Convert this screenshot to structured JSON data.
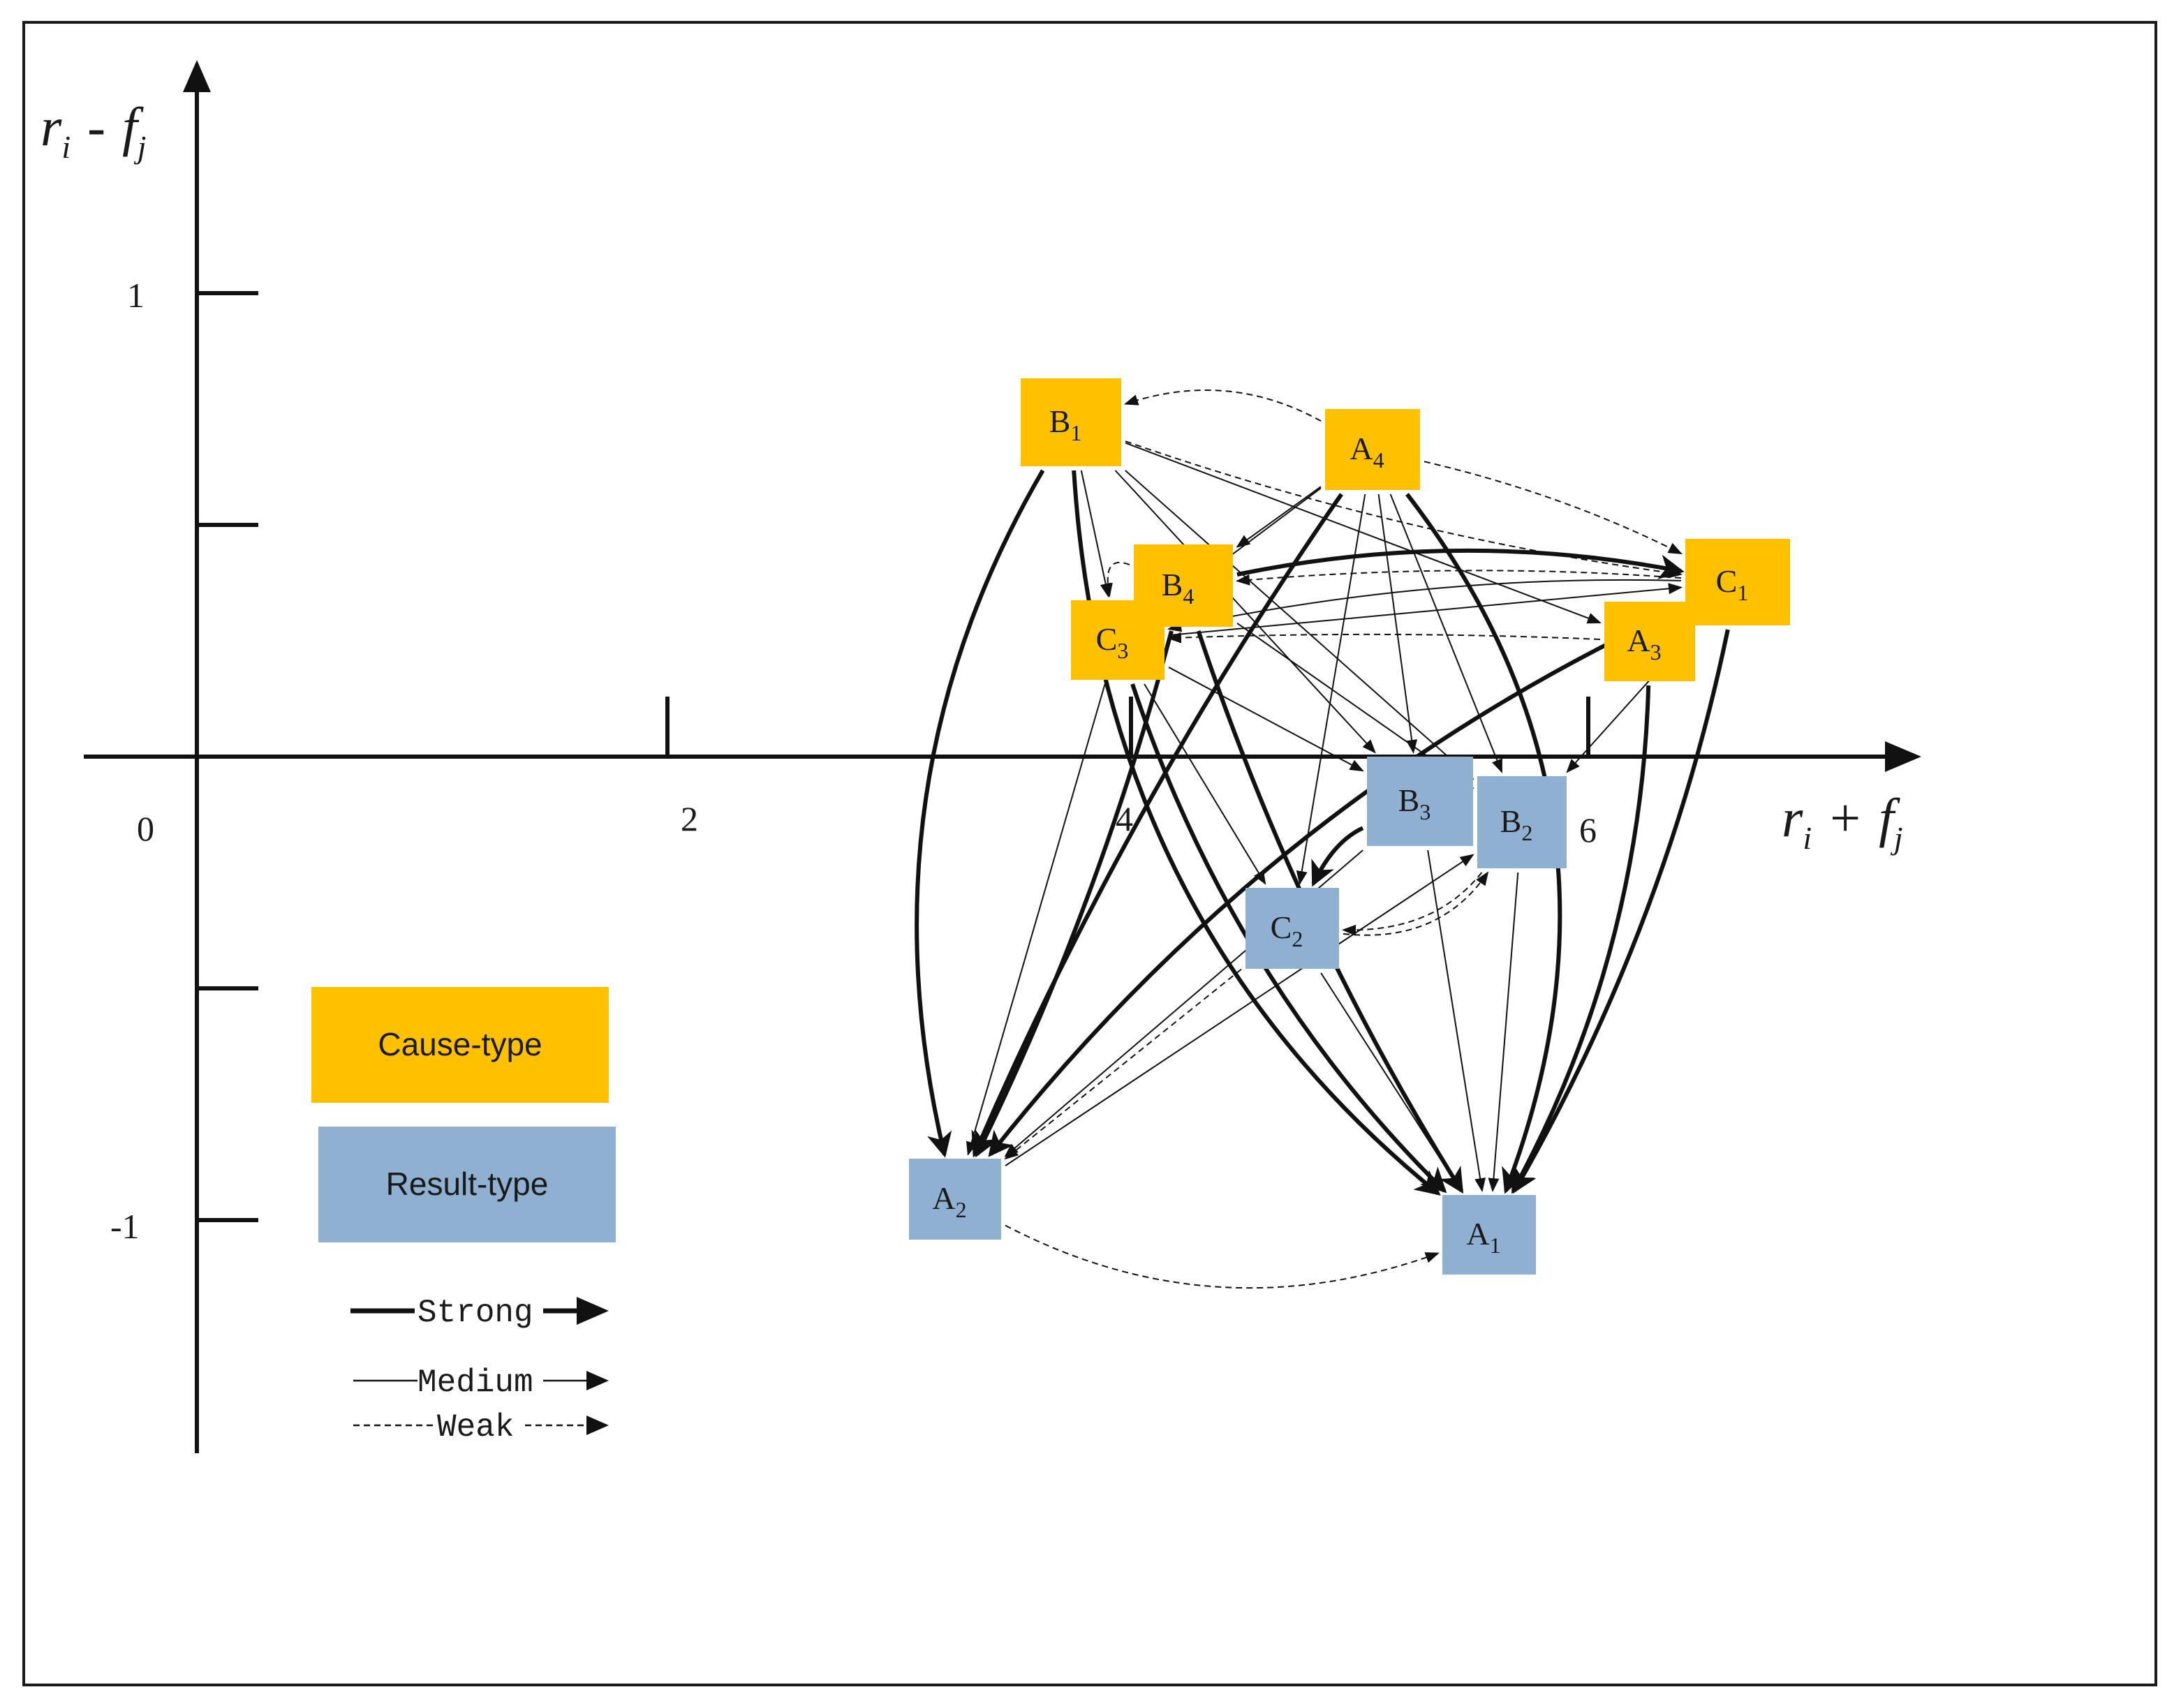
{
  "axes": {
    "x_title": {
      "main": "r",
      "sub_i": "i",
      "op": "+",
      "f": "f",
      "sub_j": "j"
    },
    "y_title": {
      "main": "r",
      "sub_i": "i",
      "op": "-",
      "f": "f",
      "sub_j": "j"
    },
    "origin_label": "0",
    "x_ticks": [
      {
        "value": 2,
        "label": "2"
      },
      {
        "value": 4,
        "label": "4"
      },
      {
        "value": 6,
        "label": "6"
      }
    ],
    "y_ticks": [
      {
        "value": 1,
        "label": "1"
      },
      {
        "value": 0.5,
        "label": ""
      },
      {
        "value": -0.5,
        "label": ""
      },
      {
        "value": -1,
        "label": "-1"
      }
    ]
  },
  "colors": {
    "cause": "#FFC000",
    "result": "#8FB0D0",
    "line": "#111111"
  },
  "legend": {
    "cause_label": "Cause-type",
    "result_label": "Result-type",
    "strong_label": "Strong",
    "medium_label": "Medium",
    "weak_label": "Weak"
  },
  "nodes": [
    {
      "id": "B1",
      "letter": "B",
      "sub": "1",
      "type": "cause"
    },
    {
      "id": "A4",
      "letter": "A",
      "sub": "4",
      "type": "cause"
    },
    {
      "id": "B4",
      "letter": "B",
      "sub": "4",
      "type": "cause"
    },
    {
      "id": "C3",
      "letter": "C",
      "sub": "3",
      "type": "cause"
    },
    {
      "id": "C1",
      "letter": "C",
      "sub": "1",
      "type": "cause"
    },
    {
      "id": "A3",
      "letter": "A",
      "sub": "3",
      "type": "cause"
    },
    {
      "id": "B3",
      "letter": "B",
      "sub": "3",
      "type": "result"
    },
    {
      "id": "B2",
      "letter": "B",
      "sub": "2",
      "type": "result"
    },
    {
      "id": "C2",
      "letter": "C",
      "sub": "2",
      "type": "result"
    },
    {
      "id": "A2",
      "letter": "A",
      "sub": "2",
      "type": "result"
    },
    {
      "id": "A1",
      "letter": "A",
      "sub": "1",
      "type": "result"
    }
  ],
  "edges": [
    {
      "from": "A4",
      "to": "B1",
      "strength": "weak"
    },
    {
      "from": "B1",
      "to": "A2",
      "strength": "strong"
    },
    {
      "from": "B1",
      "to": "A1",
      "strength": "strong"
    },
    {
      "from": "B1",
      "to": "C3",
      "strength": "medium"
    },
    {
      "from": "B1",
      "to": "B3",
      "strength": "medium"
    },
    {
      "from": "B1",
      "to": "B2",
      "strength": "medium"
    },
    {
      "from": "B1",
      "to": "C1",
      "strength": "weak"
    },
    {
      "from": "B1",
      "to": "A3",
      "strength": "medium"
    },
    {
      "from": "A4",
      "to": "A1",
      "strength": "strong"
    },
    {
      "from": "A4",
      "to": "A2",
      "strength": "strong"
    },
    {
      "from": "A4",
      "to": "B4",
      "strength": "medium"
    },
    {
      "from": "A4",
      "to": "C1",
      "strength": "weak"
    },
    {
      "from": "A4",
      "to": "B3",
      "strength": "medium"
    },
    {
      "from": "A4",
      "to": "B2",
      "strength": "medium"
    },
    {
      "from": "A4",
      "to": "C2",
      "strength": "medium"
    },
    {
      "from": "A4",
      "to": "C3",
      "strength": "medium"
    },
    {
      "from": "C1",
      "to": "B4",
      "strength": "weak"
    },
    {
      "from": "C1",
      "to": "C3",
      "strength": "medium"
    },
    {
      "from": "C1",
      "to": "A2",
      "strength": "strong"
    },
    {
      "from": "C1",
      "to": "A1",
      "strength": "strong"
    },
    {
      "from": "C1",
      "to": "B2",
      "strength": "medium"
    },
    {
      "from": "C1",
      "to": "A3",
      "strength": "weak"
    },
    {
      "from": "A3",
      "to": "A1",
      "strength": "strong"
    },
    {
      "from": "A3",
      "to": "C3",
      "strength": "weak"
    },
    {
      "from": "C3",
      "to": "A1",
      "strength": "strong"
    },
    {
      "from": "C3",
      "to": "A2",
      "strength": "medium"
    },
    {
      "from": "C3",
      "to": "B3",
      "strength": "medium"
    },
    {
      "from": "C3",
      "to": "C2",
      "strength": "medium"
    },
    {
      "from": "C3",
      "to": "C1",
      "strength": "medium"
    },
    {
      "from": "B4",
      "to": "A2",
      "strength": "strong"
    },
    {
      "from": "B4",
      "to": "A1",
      "strength": "strong"
    },
    {
      "from": "B4",
      "to": "B2",
      "strength": "medium"
    },
    {
      "from": "B4",
      "to": "C3",
      "strength": "weak"
    },
    {
      "from": "B4",
      "to": "C1",
      "strength": "strong"
    },
    {
      "from": "B3",
      "to": "C2",
      "strength": "strong"
    },
    {
      "from": "B3",
      "to": "A1",
      "strength": "medium"
    },
    {
      "from": "B3",
      "to": "A2",
      "strength": "medium"
    },
    {
      "from": "B2",
      "to": "A1",
      "strength": "medium"
    },
    {
      "from": "B2",
      "to": "C2",
      "strength": "weak"
    },
    {
      "from": "C2",
      "to": "A1",
      "strength": "medium"
    },
    {
      "from": "C2",
      "to": "A2",
      "strength": "weak"
    },
    {
      "from": "C2",
      "to": "B2",
      "strength": "weak"
    },
    {
      "from": "A2",
      "to": "A1",
      "strength": "weak"
    },
    {
      "from": "A2",
      "to": "B2",
      "strength": "medium"
    }
  ]
}
